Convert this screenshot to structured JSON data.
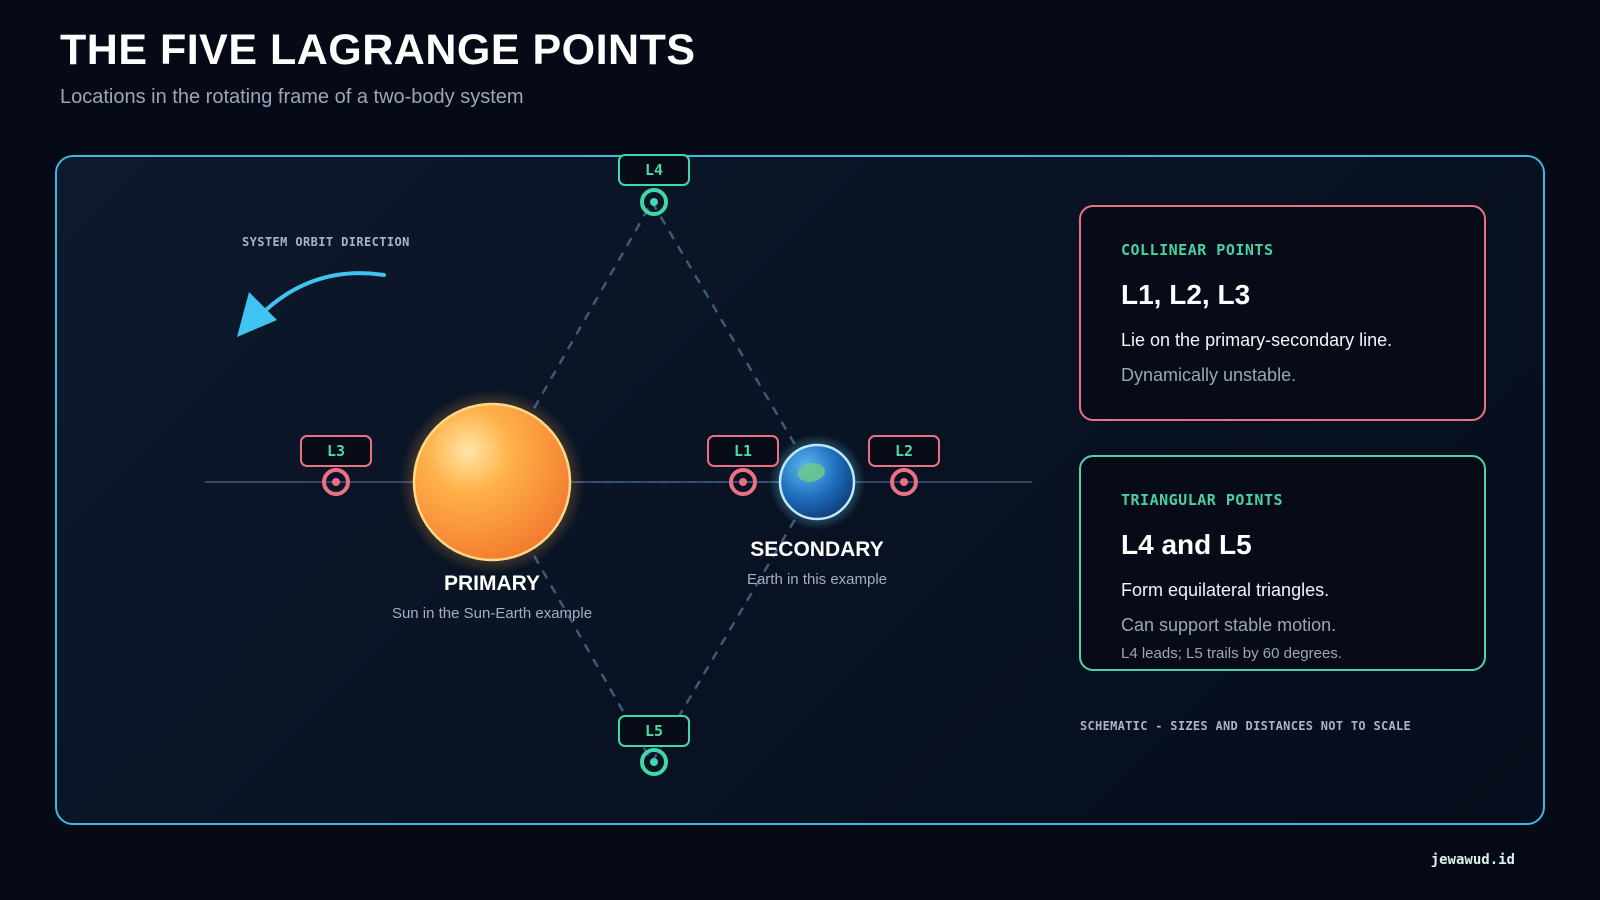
{
  "header": {
    "title": "THE FIVE LAGRANGE POINTS",
    "subtitle": "Locations in the rotating frame of a two-body system"
  },
  "diagram": {
    "orbit_direction_label": "SYSTEM ORBIT DIRECTION",
    "primary": {
      "label": "PRIMARY",
      "caption": "Sun in the Sun-Earth example"
    },
    "secondary": {
      "label": "SECONDARY",
      "caption": "Earth in this example"
    },
    "points": [
      {
        "id": "L1",
        "label": "L1",
        "group": "collinear"
      },
      {
        "id": "L2",
        "label": "L2",
        "group": "collinear"
      },
      {
        "id": "L3",
        "label": "L3",
        "group": "collinear"
      },
      {
        "id": "L4",
        "label": "L4",
        "group": "triangular"
      },
      {
        "id": "L5",
        "label": "L5",
        "group": "triangular"
      }
    ],
    "scale_note": "SCHEMATIC - SIZES AND DISTANCES NOT TO SCALE"
  },
  "cards": {
    "collinear": {
      "kicker": "COLLINEAR POINTS",
      "heading": "L1, L2, L3",
      "line1": "Lie on the primary-secondary line.",
      "line2": "Dynamically unstable."
    },
    "triangular": {
      "kicker": "TRIANGULAR POINTS",
      "heading": "L4 and L5",
      "line1": "Form equilateral triangles.",
      "line2": "Can support stable motion.",
      "line3": "L4 leads; L5 trails by 60 degrees."
    }
  },
  "footer": {
    "credit": "jewawud.id"
  },
  "colors": {
    "collinear_accent": "#ea7184",
    "triangular_accent": "#3fd9a8",
    "panel_border": "#3cb8e2",
    "orbit_arrow": "#3fc3f0",
    "primary_body": "#f6923a",
    "secondary_body": "#1f6fbf"
  }
}
